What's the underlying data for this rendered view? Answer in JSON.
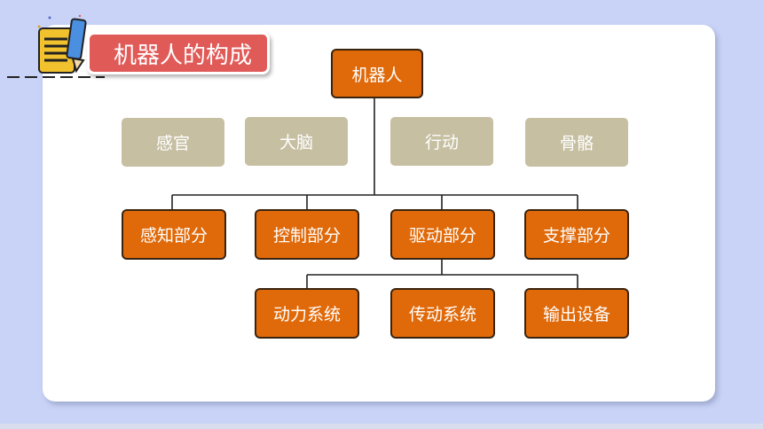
{
  "title": "机器人的构成",
  "root": "机器人",
  "analogies": [
    "感官",
    "大脑",
    "行动",
    "骨骼"
  ],
  "parts": [
    "感知部分",
    "控制部分",
    "驱动部分",
    "支撑部分"
  ],
  "drive_subparts": [
    "动力系统",
    "传动系统",
    "输出设备"
  ],
  "colors": {
    "background": "#c9d3f7",
    "node_fill": "#e06a0a",
    "analogy_fill": "#c6bfa2",
    "title_fill": "#e05a58"
  }
}
